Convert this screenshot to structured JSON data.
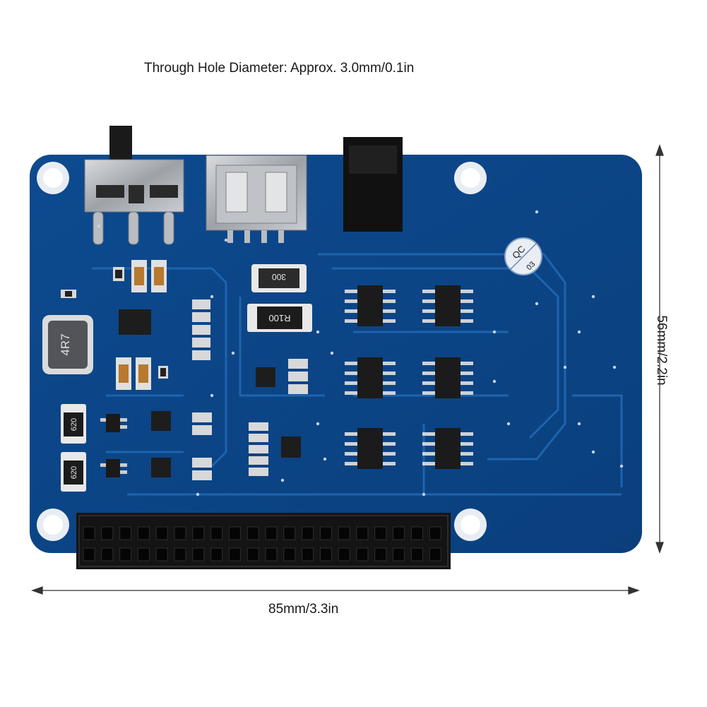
{
  "captions": {
    "hole_diameter": "Through Hole Diameter: Approx. 3.0mm/0.1in",
    "width": "85mm/3.3in",
    "height": "56mm/2.2in"
  },
  "board_markings": {
    "inductor": "4R7",
    "shunt": "R100",
    "trimmer": "300",
    "qc_stamp_top": "QC",
    "qc_stamp_bottom": "03",
    "resistor_1": "620",
    "resistor_2": "620"
  },
  "colors": {
    "pcb_blue": "#0f4f96",
    "trace_blue": "#1b63ad",
    "silkscreen": "#e9eef5",
    "header_black": "#141414"
  }
}
